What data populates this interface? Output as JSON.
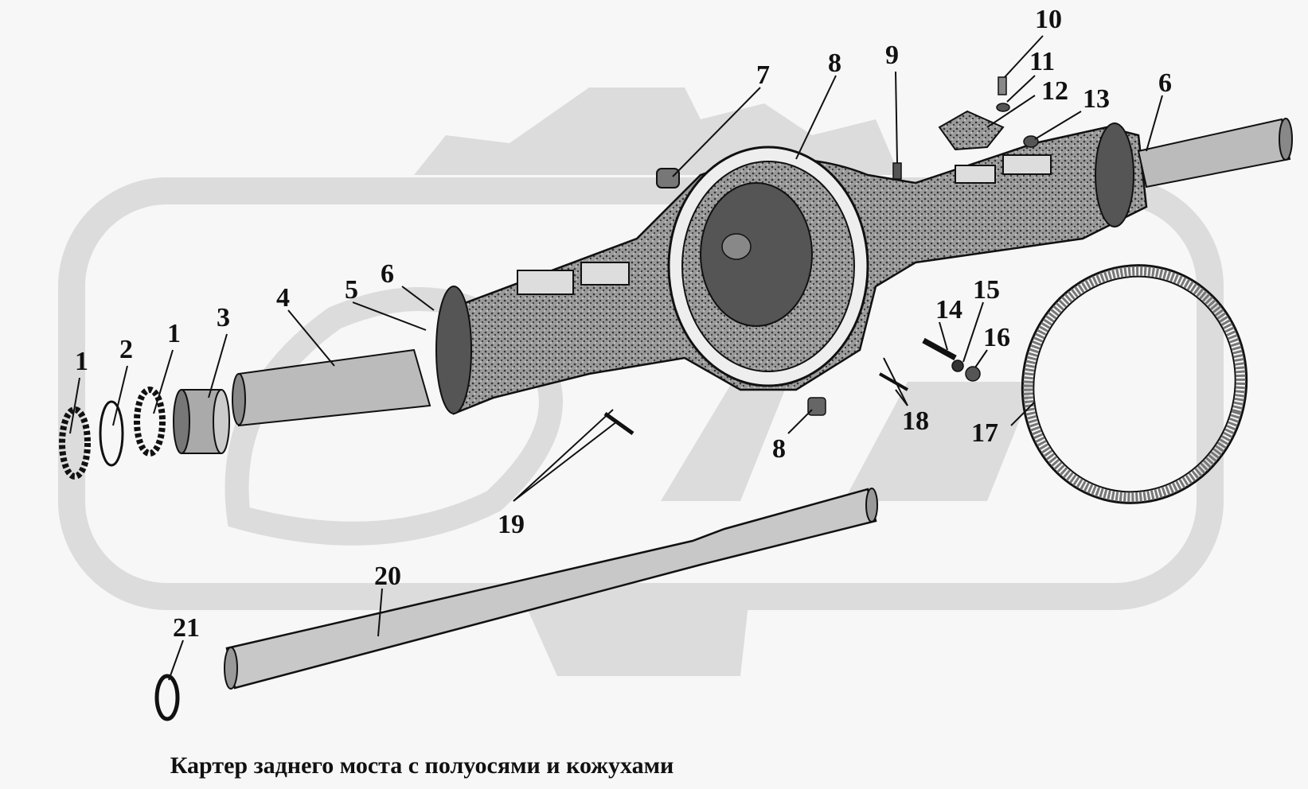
{
  "caption": "Картер заднего моста с полуосями и кожухами",
  "callouts": {
    "c1a": "1",
    "c1b": "1",
    "c2": "2",
    "c3": "3",
    "c4": "4",
    "c5": "5",
    "c6a": "6",
    "c6b": "6",
    "c7": "7",
    "c8a": "8",
    "c8b": "8",
    "c9": "9",
    "c10": "10",
    "c11": "11",
    "c12": "12",
    "c13": "13",
    "c14": "14",
    "c15": "15",
    "c16": "16",
    "c17": "17",
    "c18": "18",
    "c19": "19",
    "c20": "20",
    "c21": "21"
  },
  "colors": {
    "watermark": "#dcdcdc",
    "line": "#111111",
    "casting": "#6a6a6a"
  }
}
